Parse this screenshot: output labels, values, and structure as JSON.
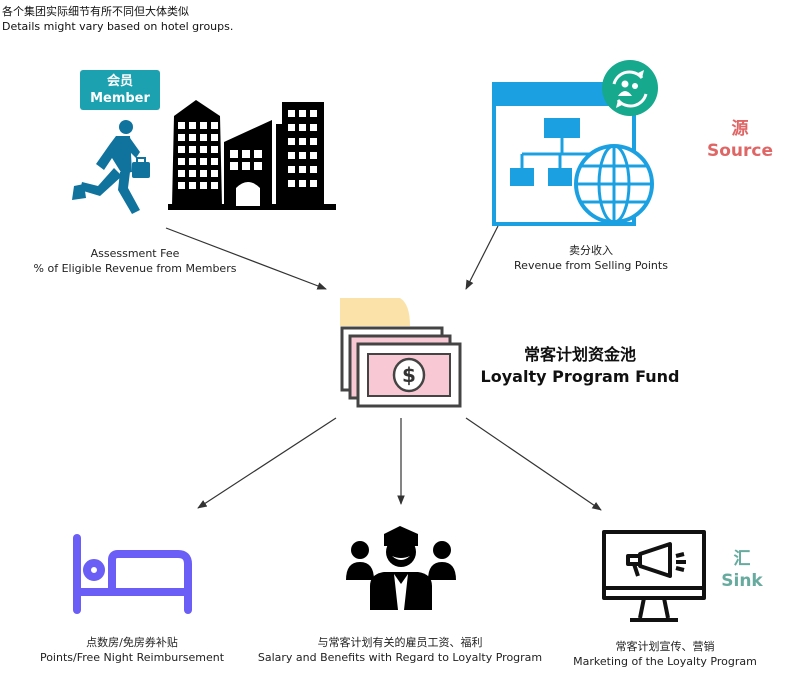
{
  "header_note": {
    "line_zh": "各个集团实际细节有所不同但大体类似",
    "line_en": "Details might vary based on hotel groups."
  },
  "member": {
    "badge_zh": "会员",
    "badge_en": "Member",
    "caption_line1": "Assessment Fee",
    "caption_line2": "% of Eligible Revenue from Members"
  },
  "source": {
    "label_zh": "源",
    "label_en": "Source",
    "caption_zh": "卖分收入",
    "caption_en": "Revenue from Selling Points"
  },
  "fund": {
    "label_zh": "常客计划资金池",
    "label_en": "Loyalty Program Fund"
  },
  "sink": {
    "label_zh": "汇",
    "label_en": "Sink"
  },
  "outputs": [
    {
      "caption_zh": "点数房/免房券补贴",
      "caption_en": "Points/Free Night Reimbursement"
    },
    {
      "caption_zh": "与常客计划有关的雇员工资、福利",
      "caption_en": "Salary and Benefits with Regard to Loyalty Program"
    },
    {
      "caption_zh": "常客计划宣传、营销",
      "caption_en": "Marketing of the Loyalty Program"
    }
  ],
  "colors": {
    "member_badge": "#1ba1b0",
    "member_figure": "#10739e",
    "source_label": "#e06666",
    "source_icon": "#1ba1e2",
    "sink_label": "#67ab9f",
    "bed_icon": "#6a5ef7",
    "money_pink": "#f8c9d4",
    "money_yellow": "#fbe2a8"
  }
}
